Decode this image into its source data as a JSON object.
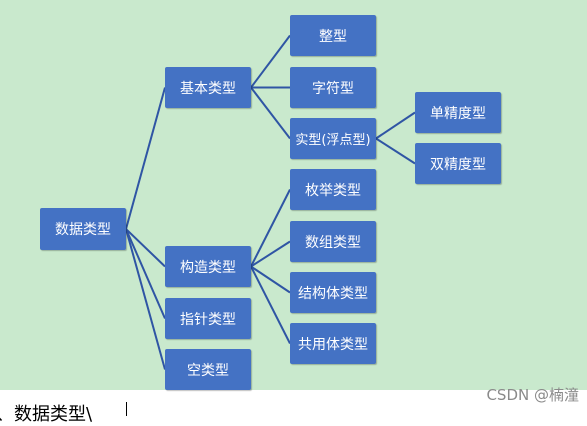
{
  "diagram": {
    "nodes": {
      "root": "数据类型",
      "basic": "基本类型",
      "constructed": "构造类型",
      "pointer": "指针类型",
      "void": "空类型",
      "integer": "整型",
      "char": "字符型",
      "real": "实型(浮点型)",
      "single": "单精度型",
      "double": "双精度型",
      "enum": "枚举类型",
      "array": "数组类型",
      "struct": "结构体类型",
      "union": "共用体类型"
    },
    "edges": [
      [
        "root",
        "basic"
      ],
      [
        "root",
        "constructed"
      ],
      [
        "root",
        "pointer"
      ],
      [
        "root",
        "void"
      ],
      [
        "basic",
        "integer"
      ],
      [
        "basic",
        "char"
      ],
      [
        "basic",
        "real"
      ],
      [
        "real",
        "single"
      ],
      [
        "real",
        "double"
      ],
      [
        "constructed",
        "enum"
      ],
      [
        "constructed",
        "array"
      ],
      [
        "constructed",
        "struct"
      ],
      [
        "constructed",
        "union"
      ]
    ],
    "colors": {
      "node": "#4472c4",
      "edge": "#2f55a4",
      "background": "#c9e9cd"
    }
  },
  "watermark": "CSDN @楠潼",
  "bottom_text": "、数据类型\\"
}
